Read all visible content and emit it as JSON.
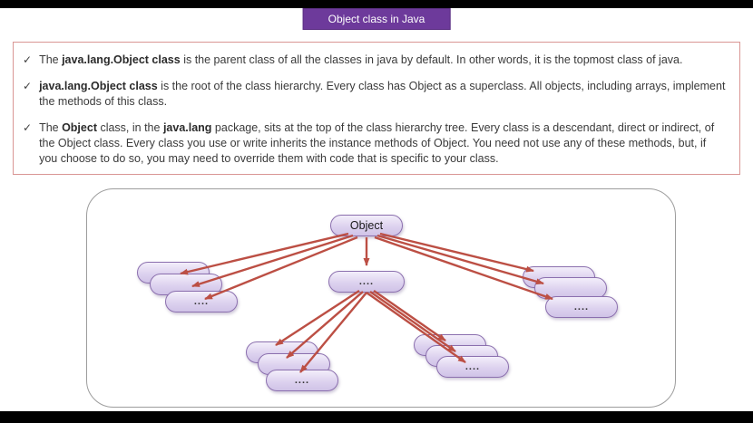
{
  "slide": {
    "title": "Object class in Java",
    "checkmark": "✓",
    "bullets": [
      {
        "segments": [
          {
            "text": "The  ",
            "bold": false
          },
          {
            "text": "java.lang.Object class ",
            "bold": true
          },
          {
            "text": "is the parent class of all the classes in java by default. In other words, it is the topmost class of java.",
            "bold": false
          }
        ]
      },
      {
        "segments": [
          {
            "text": "java.lang.Object class",
            "bold": true
          },
          {
            "text": "  is the root of the class hierarchy. Every class has Object as a superclass. All objects, including arrays, implement the methods of this class.",
            "bold": false
          }
        ]
      },
      {
        "segments": [
          {
            "text": "The ",
            "bold": false
          },
          {
            "text": "Object",
            "bold": true
          },
          {
            "text": " class, in the ",
            "bold": false
          },
          {
            "text": "java.lang",
            "bold": true
          },
          {
            "text": " package, sits at the top of the class hierarchy tree. Every class is a descendant, direct or indirect, of the Object class. Every class you use or write inherits the instance methods of Object. You need not use any of these methods, but, if you choose to do so, you may need to override them with code that is specific to your class.",
            "bold": false
          }
        ]
      }
    ]
  },
  "diagram": {
    "root_label": "Object",
    "ellipsis": "...."
  },
  "colors": {
    "title_bg": "#6d3a9b",
    "title_text": "#ffffff",
    "text_box_border": "#d99694",
    "body_text": "#3a3a3a",
    "diagram_border": "#9d9d9d",
    "pill_border": "#8b6fae",
    "arrow": "#bc4f44",
    "bar": "#000000"
  }
}
